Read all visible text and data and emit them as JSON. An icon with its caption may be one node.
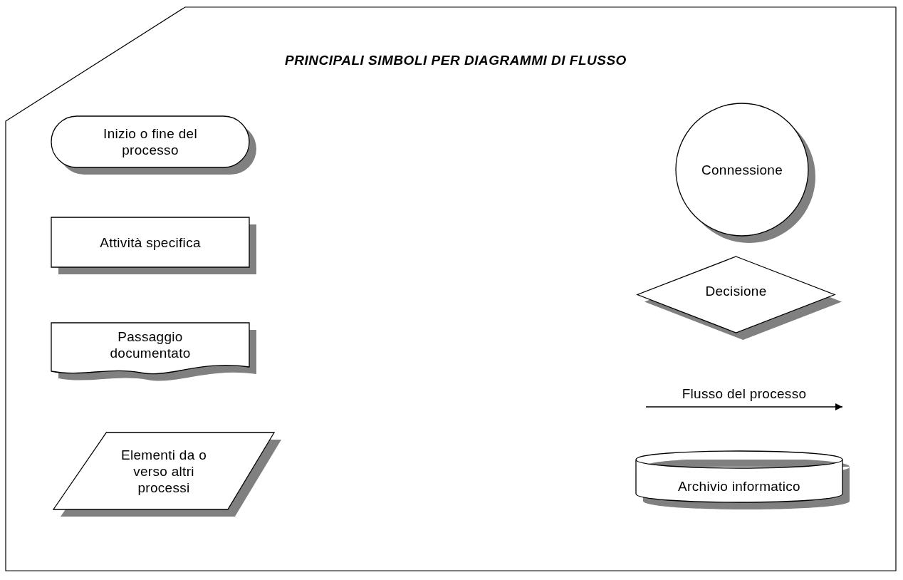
{
  "diagram": {
    "title": "PRINCIPALI SIMBOLI PER DIAGRAMMI DI FLUSSO",
    "nodes": [
      {
        "text": [
          "Inizio o fine del processo"
        ]
      },
      {
        "text": [
          "Connessione"
        ]
      },
      {
        "text": [
          "Attività specifica"
        ]
      },
      {
        "text": [
          "Decisione"
        ]
      },
      {
        "text": [
          "Passaggio documentato"
        ]
      },
      {
        "text": [
          "Elementi da o verso altri processi"
        ]
      },
      {
        "text": [
          "Archivio informatico"
        ]
      }
    ],
    "labels": [
      "Flusso del processo"
    ]
  }
}
